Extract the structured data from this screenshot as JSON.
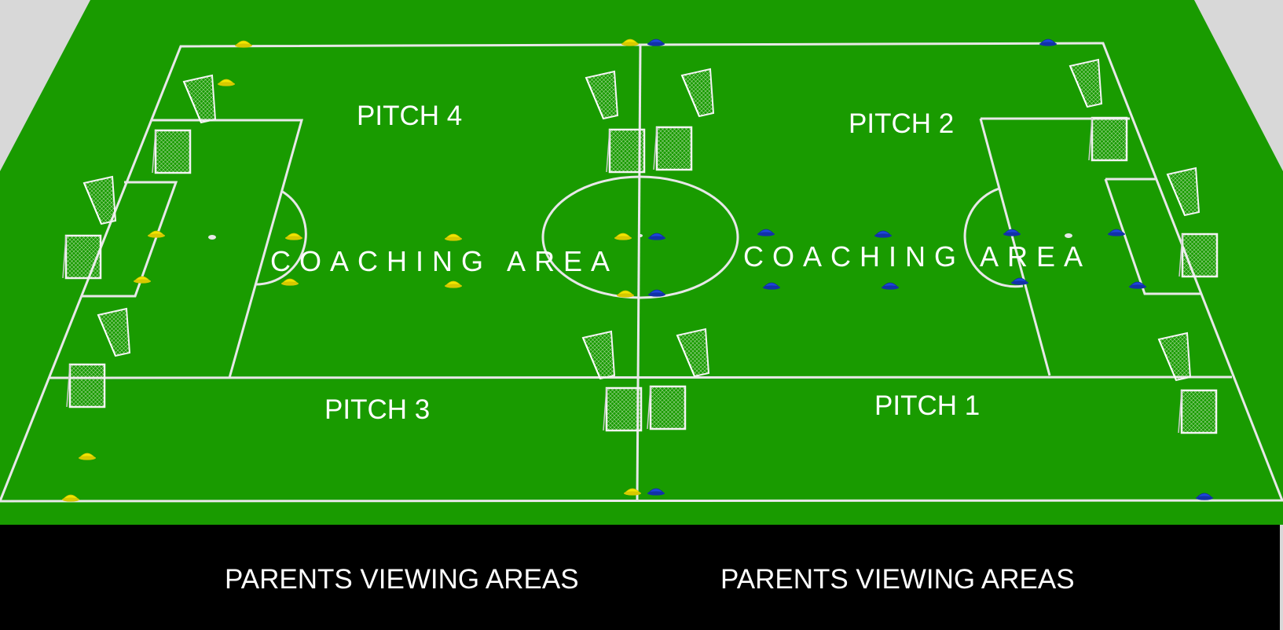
{
  "labels": {
    "pitch_4": "PITCH 4",
    "pitch_2": "PITCH 2",
    "pitch_3": "PITCH 3",
    "pitch_1": "PITCH 1",
    "coaching_left": "COACHING AREA",
    "coaching_right": "COACHING AREA",
    "parents_left": "PARENTS VIEWING AREAS",
    "parents_right": "PARENTS VIEWING AREAS"
  },
  "colors": {
    "grass": "#199b00",
    "background": "#d8d8d8",
    "lines": "#e8e8e8",
    "parents_area": "#000000",
    "cone_team_a": "#f2e600",
    "cone_team_b": "#1e46dc"
  },
  "icons": {
    "goal": "goal-net-icon",
    "cone": "training-cone-icon"
  }
}
